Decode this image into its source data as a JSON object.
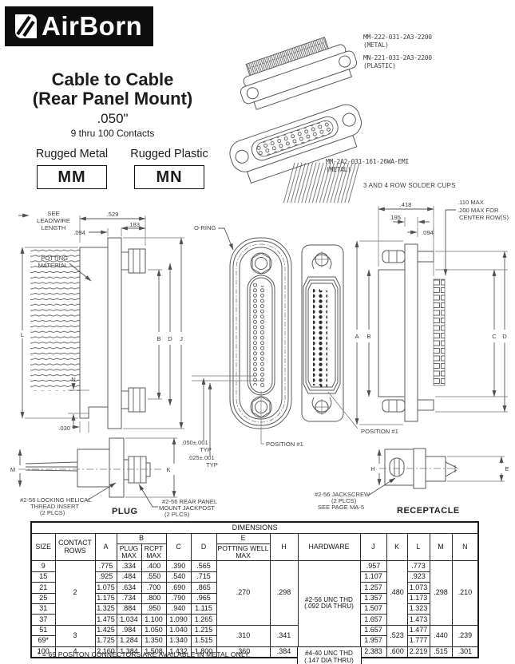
{
  "logo": {
    "brand": "AirBorn"
  },
  "header": {
    "title_line1": "Cable to Cable",
    "title_line2": "(Rear Panel Mount)",
    "pitch": ".050\"",
    "contact_range": "9 thru 100 Contacts",
    "rugged_metal_label": "Rugged Metal",
    "rugged_plastic_label": "Rugged Plastic",
    "metal_series": "MM",
    "plastic_series": "MN"
  },
  "part_numbers": {
    "pn_metal": "MM-222-031-2A3-2200",
    "pn_metal_note": "(METAL)",
    "pn_plastic": "MN-221-031-2A3-2200",
    "pn_plastic_note": "(PLASTIC)",
    "pn_emi": "MM-2A2-031-161-26WA-EMI",
    "pn_emi_note": "(METAL)",
    "solder_cups_note": "3 AND 4 ROW SOLDER CUPS"
  },
  "plug_side": {
    "see_lead_1": "SEE",
    "see_lead_2": "LEAD/WIRE",
    "see_lead_3": "LENGTH",
    "dim_529": ".529",
    "dim_183": ".183",
    "dim_094": ".094",
    "potting_1": "POTTING",
    "potting_2": "MATERIAL",
    "dim_l": "L",
    "dim_b": "B",
    "dim_d": "D",
    "dim_j": "J",
    "dim_n": "N",
    "dim_030": ".030"
  },
  "plug_face": {
    "o_ring": "O-RING",
    "dim_050": ".050±.001",
    "dim_050_typ": "TYP",
    "dim_025": ".025±.001",
    "dim_025_typ": "TYP",
    "position_1": "POSITION #1"
  },
  "rcpt_face": {
    "position_1": "POSITION #1"
  },
  "rcpt_side": {
    "dim_418": ".418",
    "dim_195": ".195",
    "dim_094": ".094",
    "note_110": ".110 MAX",
    "note_200": ".200 MAX FOR",
    "note_center": "CENTER ROW(S)",
    "dim_a": "A",
    "dim_b": "B",
    "dim_c": "C",
    "dim_d": "D"
  },
  "plug_profile": {
    "dim_m": "M",
    "dim_k": "K",
    "insert_1": "#2-56 LOCKING HELICAL",
    "insert_2": "THREAD INSERT",
    "insert_3": "(2 PLCS)",
    "label": "PLUG",
    "jackpost_1": "#2-56 REAR PANEL",
    "jackpost_2": "MOUNT JACKPOST",
    "jackpost_3": "(2 PLCS)"
  },
  "rcpt_profile": {
    "dim_h": "H",
    "dim_e": "E",
    "jackscrew_1": "#2-56 JACKSCREW",
    "jackscrew_2": "(2 PLCS)",
    "jackscrew_3": "SEE PAGE MA-5",
    "label": "RECEPTACLE"
  },
  "table": {
    "title": "DIMENSIONS",
    "headers": {
      "size": "SIZE",
      "contact_rows": "CONTACT ROWS",
      "a": "A",
      "b": "B",
      "b_plug": "PLUG MAX",
      "b_rcpt": "RCPT MAX",
      "c": "C",
      "d": "D",
      "e": "E",
      "e_sub": "POTTING WELL MAX",
      "h": "H",
      "hardware": "HARDWARE",
      "j": "J",
      "k": "K",
      "l": "L",
      "m": "M",
      "n": "N"
    },
    "rows": [
      {
        "size": "9",
        "a": ".775",
        "b_plug": ".334",
        "b_rcpt": ".400",
        "c": ".390",
        "d": ".565",
        "j": ".957",
        "l": ".773"
      },
      {
        "size": "15",
        "a": ".925",
        "b_plug": ".484",
        "b_rcpt": ".550",
        "c": ".540",
        "d": ".715",
        "j": "1.107",
        "l": ".923"
      },
      {
        "size": "21",
        "a": "1.075",
        "b_plug": ".634",
        "b_rcpt": ".700",
        "c": ".690",
        "d": ".865",
        "j": "1.257",
        "l": "1.073"
      },
      {
        "size": "25",
        "a": "1.175",
        "b_plug": ".734",
        "b_rcpt": ".800",
        "c": ".790",
        "d": ".965",
        "j": "1.357",
        "l": "1.173"
      },
      {
        "size": "31",
        "a": "1.325",
        "b_plug": ".884",
        "b_rcpt": ".950",
        "c": ".940",
        "d": "1.115",
        "j": "1.507",
        "l": "1.323"
      },
      {
        "size": "37",
        "a": "1.475",
        "b_plug": "1.034",
        "b_rcpt": "1.100",
        "c": "1.090",
        "d": "1.265",
        "j": "1.657",
        "l": "1.473"
      },
      {
        "size": "51",
        "a": "1.425",
        "b_plug": ".984",
        "b_rcpt": "1.050",
        "c": "1.040",
        "d": "1.215",
        "j": "1.657",
        "l": "1.477"
      },
      {
        "size": "69*",
        "a": "1.725",
        "b_plug": "1.284",
        "b_rcpt": "1.350",
        "c": "1.340",
        "d": "1.515",
        "j": "1.957",
        "l": "1.777"
      },
      {
        "size": "100",
        "a": "2.160",
        "b_plug": "1.384",
        "b_rcpt": "1.508",
        "c": "1.432",
        "d": "1.800",
        "j": "2.383",
        "l": "2.219"
      }
    ],
    "groups": [
      {
        "contact_rows": "2",
        "e": ".270",
        "h": ".298",
        "k": ".480",
        "m": ".298",
        "n": ".210"
      },
      {
        "contact_rows": "3",
        "e": ".310",
        "h": ".341",
        "k": ".523",
        "m": ".440",
        "n": ".239"
      },
      {
        "contact_rows": "4",
        "e": ".360",
        "h": ".384",
        "k": ".600",
        "m": ".515",
        "n": ".301"
      }
    ],
    "hardware_small_1": "#2-56 UNC THD",
    "hardware_small_2": "(.092 DIA THRU)",
    "hardware_large_1": "#4-40 UNC THD",
    "hardware_large_2": "(.147 DIA THRU)",
    "footnote": "* = 69 POSITON CONNECTORS ARE AVAILABLE IN METAL ONLY."
  }
}
